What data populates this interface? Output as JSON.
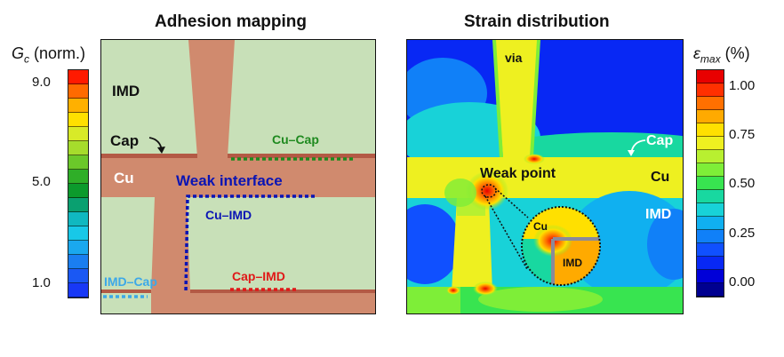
{
  "titles": {
    "left": "Adhesion mapping",
    "right": "Strain distribution"
  },
  "left_colorbar": {
    "label_main": "G",
    "label_sub": "c",
    "label_rest": " (norm.)",
    "ticks": [
      "9.0",
      "5.0",
      "1.0"
    ],
    "colors": [
      "#ff1a00",
      "#ff6a00",
      "#ffb000",
      "#ffe000",
      "#d8ea28",
      "#a6dc2c",
      "#6bc82a",
      "#2fae28",
      "#0c9a2c",
      "#0aa070",
      "#10b8c0",
      "#18c8e8",
      "#1aa8ee",
      "#1a7ef0",
      "#1a58f4",
      "#1838f6"
    ]
  },
  "right_colorbar": {
    "label_symbol": "ε",
    "label_sub": "max",
    "label_rest": " (%)",
    "ticks": [
      "1.00",
      "0.75",
      "0.50",
      "0.25",
      "0.00"
    ],
    "colors": [
      "#e80000",
      "#ff3000",
      "#ff7000",
      "#ffaa00",
      "#ffe000",
      "#eef020",
      "#b8f030",
      "#7eee38",
      "#38e450",
      "#18d8a0",
      "#18d2d8",
      "#10b0f0",
      "#1080f8",
      "#1050ff",
      "#0828f4",
      "#0000d8",
      "#000090"
    ]
  },
  "left_panel": {
    "labels": {
      "imd": "IMD",
      "cap": "Cap",
      "cu": "Cu",
      "weak_interface": "Weak interface",
      "cu_cap": "Cu–Cap",
      "cu_imd": "Cu–IMD",
      "cap_imd": "Cap–IMD",
      "imd_cap": "IMD–Cap"
    },
    "colors": {
      "imd": "#c8e0b8",
      "cu": "#d08a6e",
      "cap": "#b35a45",
      "cu_cap_line": "#1f8a1f",
      "cu_imd_line": "#0a14b4",
      "cap_imd_line": "#e01818",
      "imd_cap_line": "#3ca8e8"
    }
  },
  "right_panel": {
    "labels": {
      "via": "via",
      "cap": "Cap",
      "cu": "Cu",
      "weak_point": "Weak point",
      "imd": "IMD",
      "zoom_cu": "Cu",
      "zoom_imd": "IMD"
    }
  }
}
